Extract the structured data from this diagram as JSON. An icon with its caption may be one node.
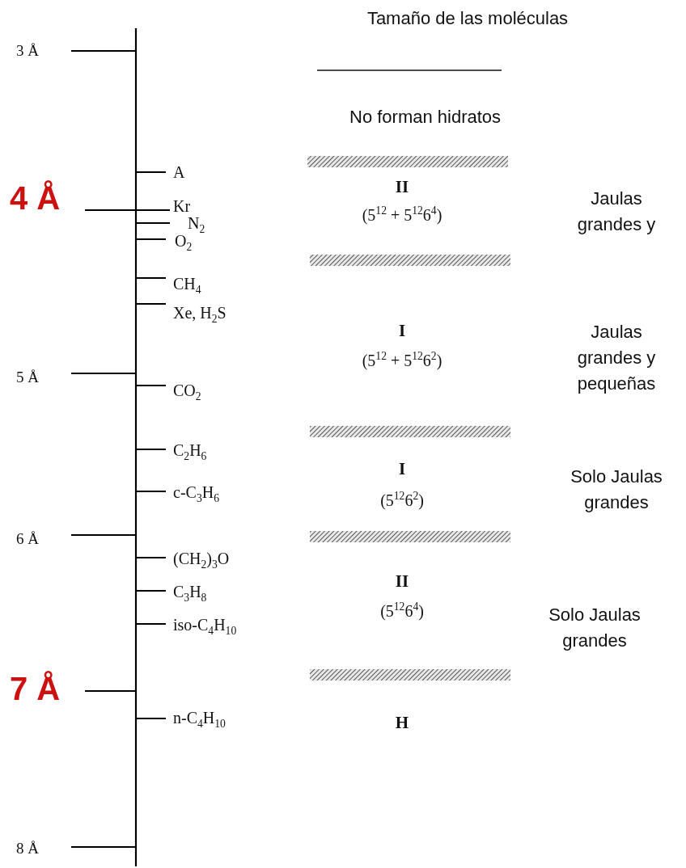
{
  "diagram": {
    "title": "Tamaño de las moléculas",
    "nodes": [
      {
        "text": [],
        "shape": "bar"
      },
      {
        "text": [],
        "shape": "bar"
      },
      {
        "text": [],
        "shape": "bar"
      },
      {
        "text": [],
        "shape": "bar"
      },
      {
        "text": [],
        "shape": "bar"
      }
    ],
    "labels": [
      "3 Å",
      "No forman hidratos",
      "A",
      "II",
      "4 Å",
      "Kr",
      "Jaulas grandes y",
      "(5$^{12}$ + 5$^{12}$6$^{4}$)",
      "N$_{2}$",
      "O$_{2}$",
      "CH$_{4}$",
      "Xe, H$_{2}$S",
      "I",
      "Jaulas grandes y pequeñas",
      "(5$^{12}$ + 5$^{12}$6$^{2}$)",
      "5 Å",
      "CO$_{2}$",
      "C$_{2}$H$_{6}$",
      "I",
      "Solo Jaulas grandes",
      "c-C$_{3}$H$_{6}$",
      "(5$^{12}$6$^{2}$)",
      "6 Å",
      "(CH$_{2}$)$_{3}$O",
      "II",
      "C$_{3}$H$_{8}$",
      "(5$^{12}$6$^{4}$)",
      "iso-C$_{4}$H$_{10}$",
      "Solo Jaulas grandes",
      "7 Å",
      "n-C$_{4}$H$_{10}$",
      "H",
      "8 Å"
    ]
  }
}
